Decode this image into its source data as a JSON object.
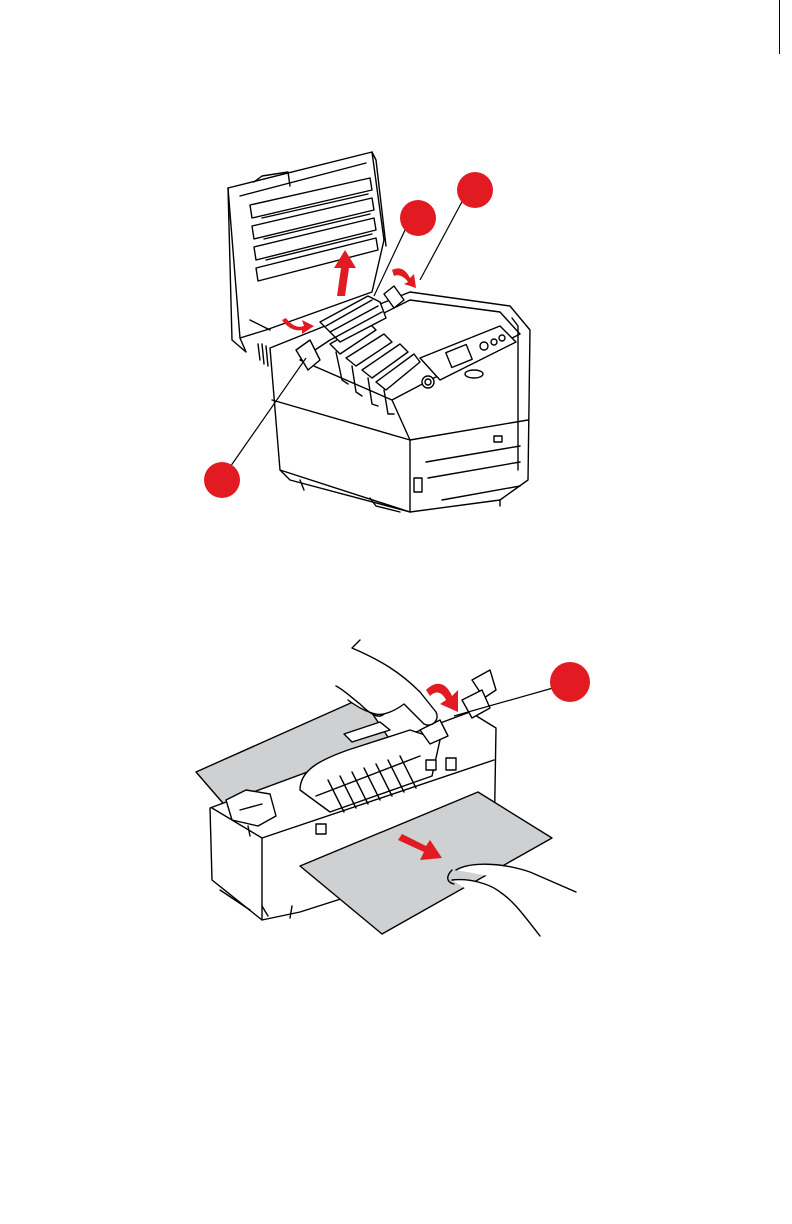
{
  "page": {
    "background": "#ffffff",
    "accent_color": "#e21b23"
  },
  "figures": [
    {
      "name": "printer-open-cover",
      "callouts": 3,
      "arrows": 3
    },
    {
      "name": "fuser-paper-removal",
      "callouts": 1,
      "arrows": 2
    }
  ]
}
